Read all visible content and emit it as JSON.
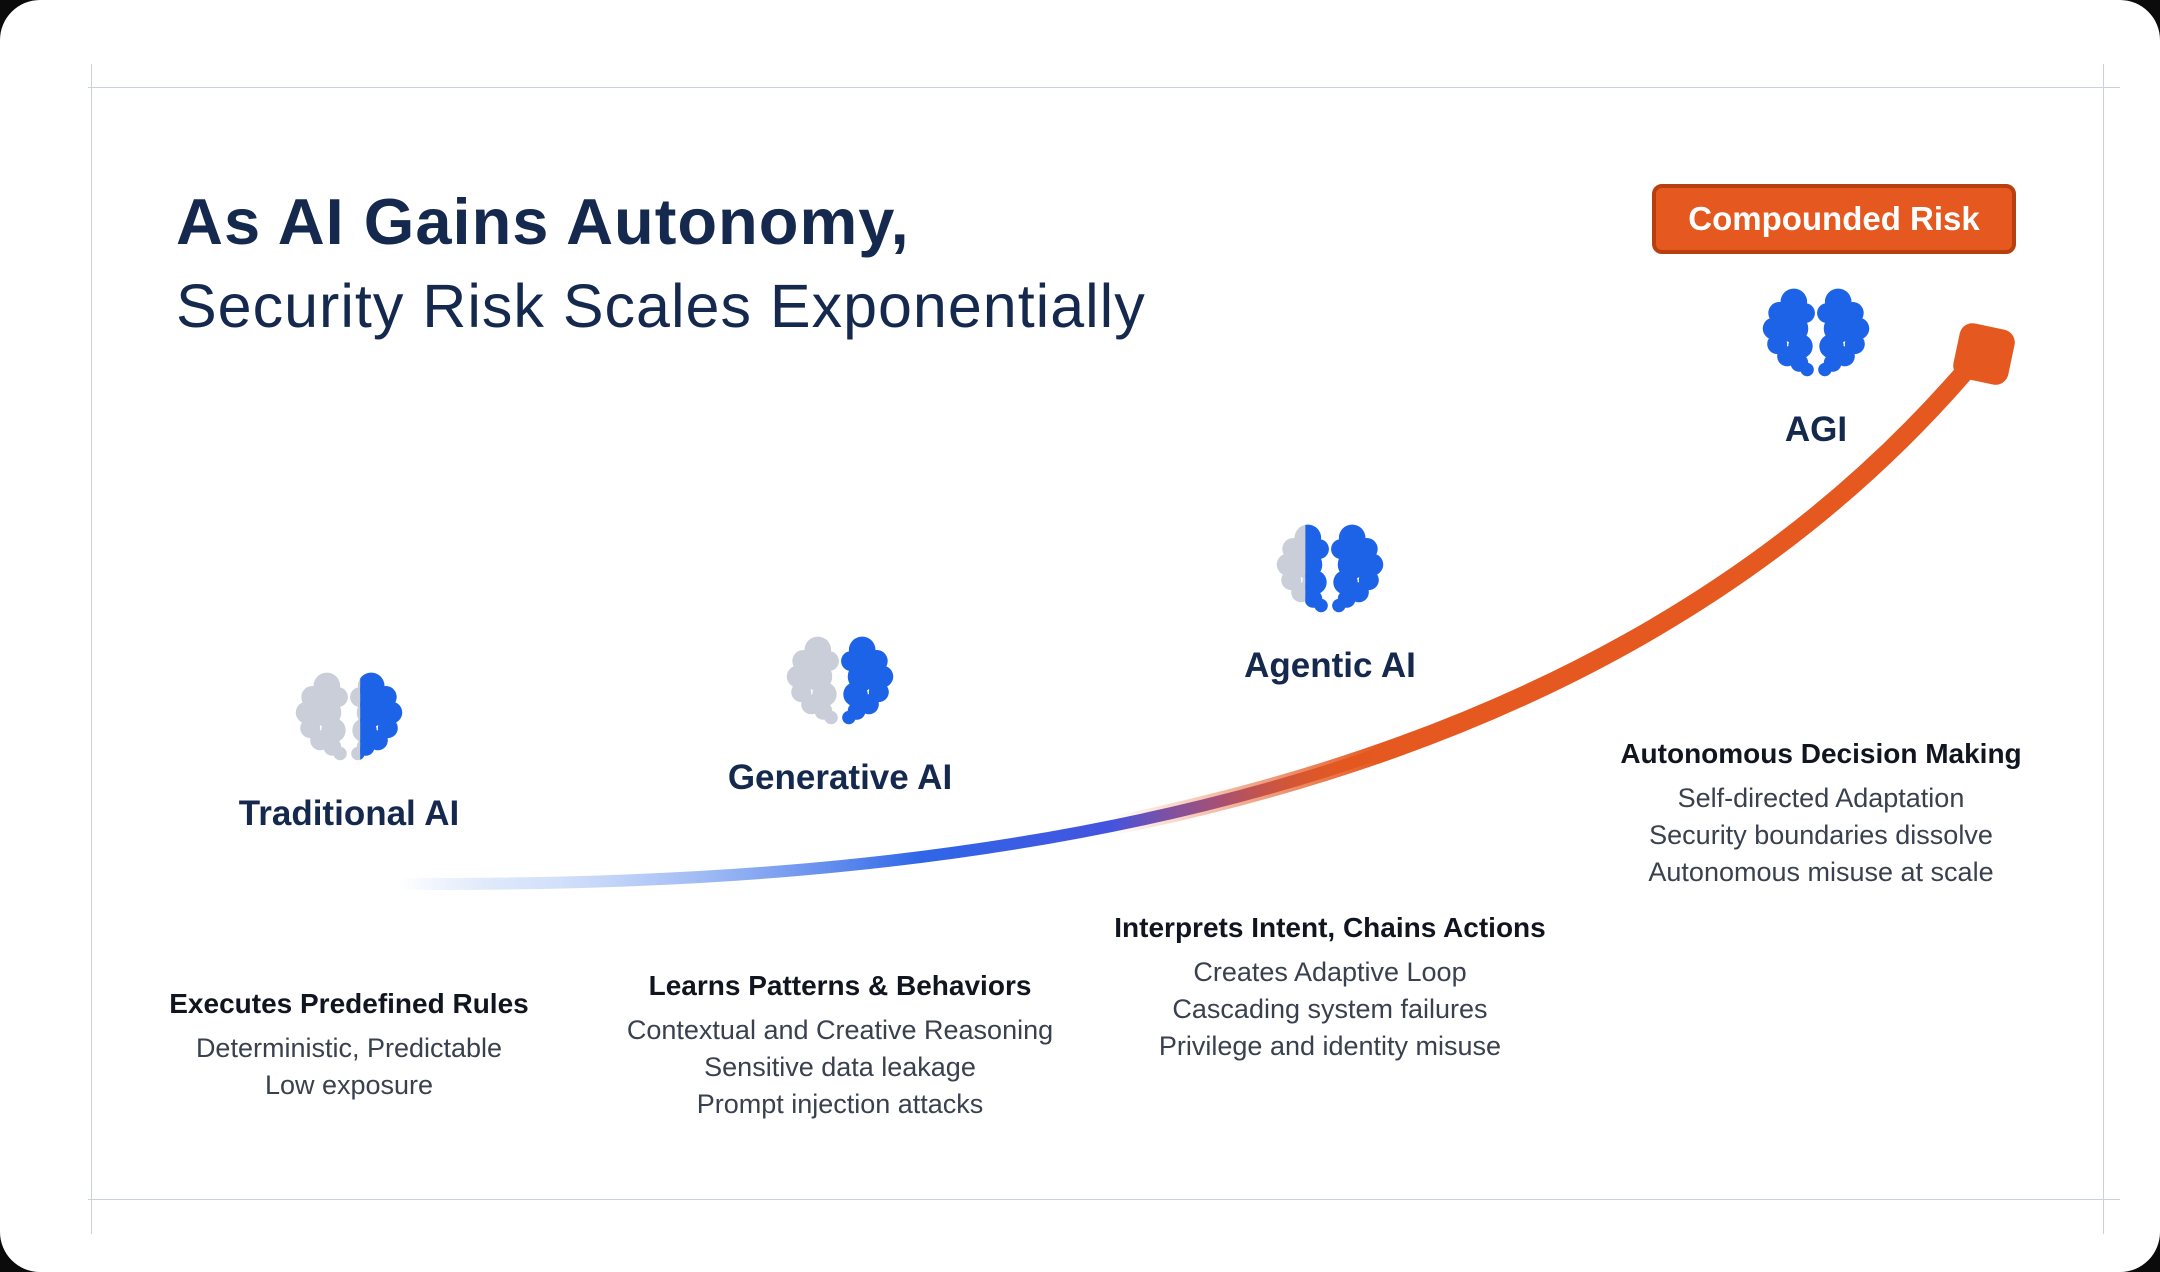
{
  "header": {
    "title_line1": "As AI Gains Autonomy,",
    "title_line2": "Security Risk Scales Exponentially"
  },
  "badge": {
    "label": "Compounded Risk"
  },
  "colors": {
    "title_navy": "#14294D",
    "brain_blue": "#1D63E7",
    "brain_gray": "#C9CED8",
    "curve_orange": "#E5581F",
    "curve_blue": "#2F66E8",
    "badge_bg": "#E5581F",
    "badge_border": "#B8400F"
  },
  "icons": {
    "brain": "brain-icon",
    "curve_end": "curve-endpoint-marker"
  },
  "stages": [
    {
      "label": "Traditional AI",
      "desc_title": "Executes Predefined Rules",
      "desc_lines": [
        "Deterministic, Predictable",
        "Low exposure"
      ]
    },
    {
      "label": "Generative AI",
      "desc_title": "Learns Patterns & Behaviors",
      "desc_lines": [
        "Contextual and Creative Reasoning",
        "Sensitive data leakage",
        "Prompt injection attacks"
      ]
    },
    {
      "label": "Agentic AI",
      "desc_title": "Interprets Intent, Chains Actions",
      "desc_lines": [
        "Creates Adaptive Loop",
        "Cascading system failures",
        "Privilege and identity misuse"
      ]
    },
    {
      "label": "AGI",
      "desc_title": "Autonomous Decision Making",
      "desc_lines": [
        "Self-directed Adaptation",
        "Security boundaries dissolve",
        "Autonomous misuse at scale"
      ]
    }
  ]
}
